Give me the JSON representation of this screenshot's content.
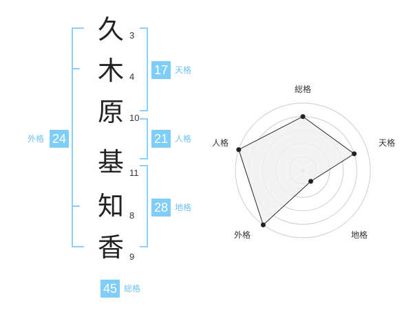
{
  "characters": [
    {
      "char": "久",
      "strokes": "3"
    },
    {
      "char": "木",
      "strokes": "4"
    },
    {
      "char": "原",
      "strokes": "10"
    },
    {
      "char": "基",
      "strokes": "11"
    },
    {
      "char": "知",
      "strokes": "8"
    },
    {
      "char": "香",
      "strokes": "9"
    }
  ],
  "fortunes": {
    "tenkaku": {
      "label": "天格",
      "value": "17"
    },
    "jinkaku": {
      "label": "人格",
      "value": "21"
    },
    "chikaku": {
      "label": "地格",
      "value": "28"
    },
    "gaikaku": {
      "label": "外格",
      "value": "24"
    },
    "soukaku": {
      "label": "総格",
      "value": "45"
    }
  },
  "radar": {
    "axes": [
      "総格",
      "天格",
      "地格",
      "外格",
      "人格"
    ],
    "scale_max": 5,
    "values": [
      4,
      4,
      1,
      5,
      5
    ],
    "colors": {
      "fill": "#f0f0f0",
      "stroke": "#222222",
      "rings": "#cccccc"
    }
  }
}
